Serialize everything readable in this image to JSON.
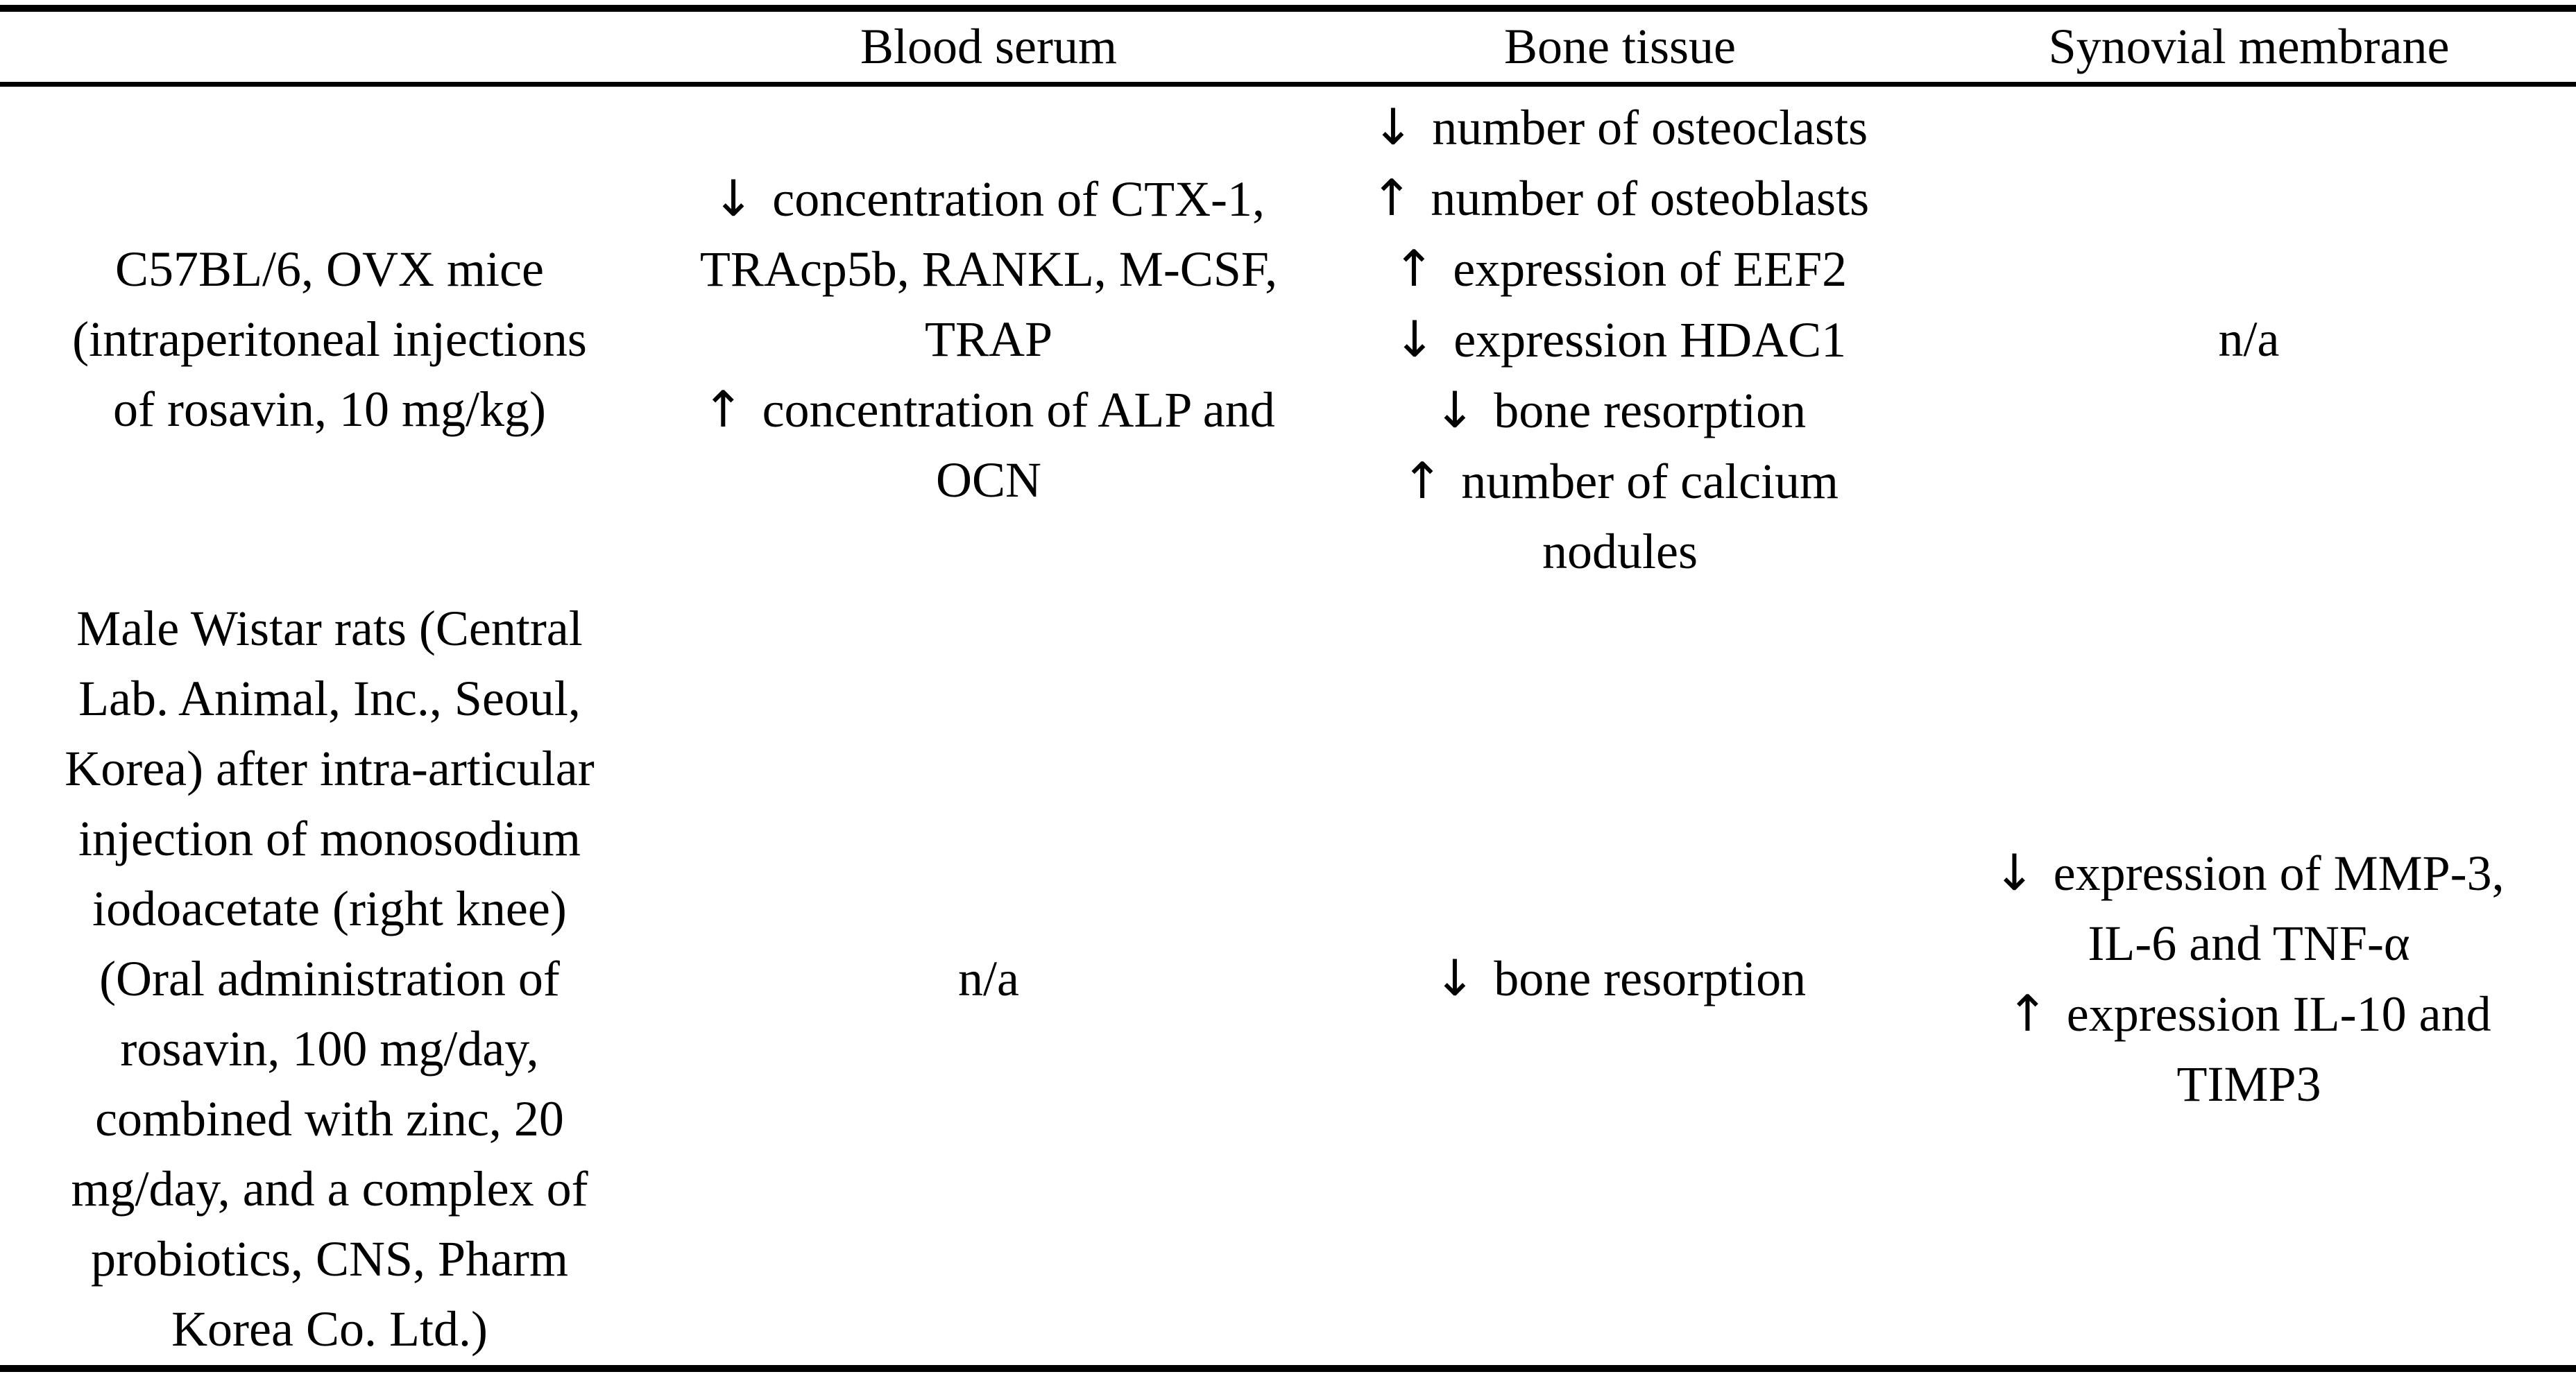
{
  "style": {
    "ink": "#000000",
    "paper": "#ffffff"
  },
  "glyphs": {
    "arrow_up": "↑",
    "arrow_down": "↓"
  },
  "table": {
    "column_headers": [
      "",
      "Blood serum",
      "Bone tissue",
      "Synovial membrane"
    ],
    "rows": [
      {
        "model": "C57BL/6, OVX mice (intraperitoneal injections of rosavin, 10 mg/kg)",
        "blood_serum": [
          {
            "direction": "down",
            "text": "concentration of CTX-1, TRAcp5b, RANKL, M-CSF, TRAP"
          },
          {
            "direction": "up",
            "text": "concentration of ALP and OCN"
          }
        ],
        "bone_tissue": [
          {
            "direction": "down",
            "text": "number of osteoclasts"
          },
          {
            "direction": "up",
            "text": "number of osteoblasts"
          },
          {
            "direction": "up",
            "text": "expression of EEF2"
          },
          {
            "direction": "down",
            "text": "expression HDAC1"
          },
          {
            "direction": "down",
            "text": "bone resorption"
          },
          {
            "direction": "up",
            "text": "number of calcium nodules"
          }
        ],
        "synovial_membrane": [
          {
            "direction": null,
            "text": "n/a"
          }
        ]
      },
      {
        "model": "Male Wistar rats (Central Lab. Animal, Inc., Seoul, Korea) after intra-articular injection of monosodium iodoacetate (right knee) (Oral administration of rosavin, 100 mg/day, combined with zinc, 20 mg/day, and a complex of probiotics, CNS, Pharm Korea Co. Ltd.)",
        "blood_serum": [
          {
            "direction": null,
            "text": "n/a"
          }
        ],
        "bone_tissue": [
          {
            "direction": "down",
            "text": "bone resorption"
          }
        ],
        "synovial_membrane": [
          {
            "direction": "down",
            "text": "expression of MMP-3, IL-6 and TNF-α"
          },
          {
            "direction": "up",
            "text": "expression IL-10 and TIMP3"
          }
        ]
      }
    ]
  }
}
